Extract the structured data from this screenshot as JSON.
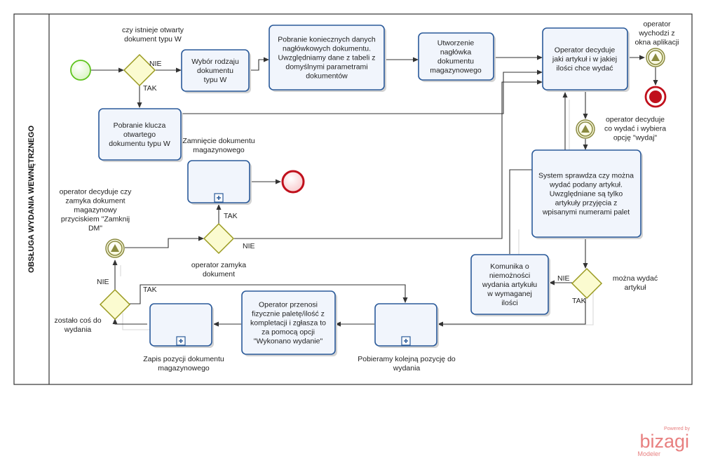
{
  "lane": {
    "title": "OBSŁUGA WYDANIA WEWNĘTRZNEGO"
  },
  "tasks": {
    "t_select": [
      "Wybór rodzaju",
      "dokumentu",
      "typu W"
    ],
    "t_fetch_data": [
      "Pobranie koniecznych danych",
      "nagłówkowych dokumentu.",
      "Uwzględniamy dane z tabeli z",
      "domyślnymi parametrami",
      "dokumentów"
    ],
    "t_create_header": [
      "Utworzenie",
      "nagłówka",
      "dokumentu",
      "magazynowego"
    ],
    "t_operator_decides": [
      "Operator decyduje",
      "jaki artykuł i w jakiej",
      "ilości chce wydać"
    ],
    "t_fetch_key": [
      "Pobranie klucza",
      "otwartego",
      "dokumentu typu W"
    ],
    "t_system_checks": [
      "System sprawdza czy można",
      "wydać podany artykuł.",
      "Uwzględniane są tylko",
      "artykuły przyjęcia z",
      "wpisanymi numerami palet"
    ],
    "t_message": [
      "Komunika o",
      "niemożności",
      "wydania artykułu",
      "w wymaganej",
      "ilości"
    ],
    "t_operator_moves": [
      "Operator przenosi",
      "fizycznie paletę/ilość z",
      "kompletacji i zgłasza to",
      "za pomocą opcji",
      "\"Wykonano wydanie\""
    ],
    "t_close_doc": [],
    "t_save_pos": [],
    "t_next_pos": []
  },
  "labels": {
    "gw_open_q": [
      "czy istnieje otwarty",
      "dokument typu W"
    ],
    "nie1": "NIE",
    "tak1": "TAK",
    "op_exit": [
      "operator",
      "wychodzi z",
      "okna aplikacji"
    ],
    "op_issue": [
      "operator decyduje",
      "co wydać i wybiera",
      "opcję \"wydaj\""
    ],
    "close_doc": [
      "Zamnięcie dokumentu",
      "magazynowego"
    ],
    "op_close_q": [
      "operator decyduje czy",
      "zamyka dokument",
      "magazynowy",
      "przyciskiem \"Zamknij",
      "DM\""
    ],
    "tak_close": "TAK",
    "nie_close": "NIE",
    "op_closes": [
      "operator zamyka",
      "dokument"
    ],
    "can_issue": [
      "można wydać",
      "artykuł"
    ],
    "nie_can": "NIE",
    "tak_can": "TAK",
    "nie_left": "NIE",
    "tak_left": "TAK",
    "sth_left": [
      "zostało coś do",
      "wydania"
    ],
    "save_pos": [
      "Zapis pozycji dokumentu",
      "magazynowego"
    ],
    "next_pos": [
      "Pobieramy kolejną pozycję do",
      "wydania"
    ]
  },
  "branding": {
    "powered": "Powered by",
    "name": "bizagi",
    "sub": "Modeler"
  },
  "colors": {
    "task_border": "#2a5a9a",
    "task_fill": "#f1f5fc",
    "gateway_border": "#9a9a20",
    "gateway_fill": "#fbfbd0",
    "start_event": "#5ec31c",
    "end_event": "#c0101c",
    "intermediate_event": "#8a8a40",
    "brand": "#e88080"
  }
}
